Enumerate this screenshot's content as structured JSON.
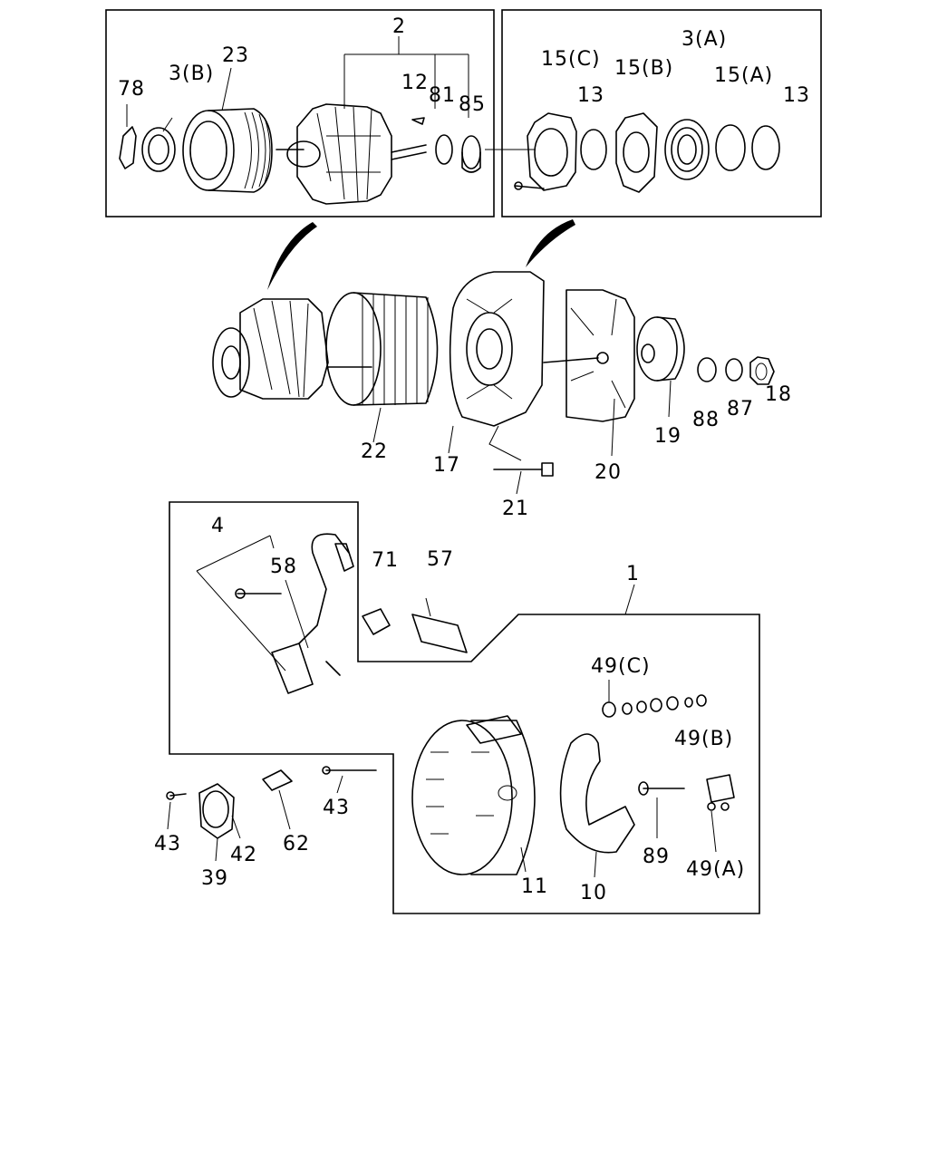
{
  "labels": {
    "l2": "2",
    "l78": "78",
    "l3b": "3(B)",
    "l23": "23",
    "l12": "12",
    "l81": "81",
    "l85": "85",
    "l15c": "15(C)",
    "l15b": "15(B)",
    "l3a": "3(A)",
    "l15a": "15(A)",
    "l13a": "13",
    "l13b": "13",
    "l22": "22",
    "l17": "17",
    "l21": "21",
    "l20": "20",
    "l19": "19",
    "l88": "88",
    "l87": "87",
    "l18": "18",
    "l4": "4",
    "l58": "58",
    "l71": "71",
    "l57": "57",
    "l1": "1",
    "l49c": "49(C)",
    "l49b": "49(B)",
    "l49a": "49(A)",
    "l89": "89",
    "l10": "10",
    "l11": "11",
    "l43a": "43",
    "l43b": "43",
    "l39": "39",
    "l42": "42",
    "l62": "62"
  },
  "icons": [
    "rotor-assembly-icon",
    "stator-icon",
    "front-housing-icon",
    "fan-icon",
    "pulley-icon",
    "rear-housing-icon",
    "regulator-bracket-icon"
  ]
}
